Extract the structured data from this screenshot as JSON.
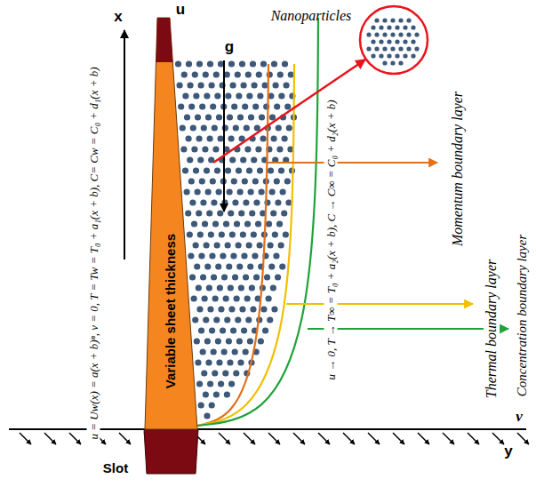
{
  "diagram": {
    "nodes": [
      {
        "text": [
          "Variable sheet thickness"
        ]
      },
      {
        "text": [
          "Nanoparticles"
        ]
      }
    ],
    "labels": [
      "x",
      "u",
      "g",
      "Slot",
      "v",
      "y",
      "u = Uw(x) = a(x + b)ⁿ, v = 0, T = Tw = T₀ + a₁(x + b), C= Cw = C₀ + d₁(x + b)",
      "u → 0, T → T∞ = T₀ + a₂(x + b), C → C∞ = C₀ + d₂(x + b)",
      "Momentum boundary layer",
      "Thermal boundary layer",
      "Concentration boundary layer"
    ]
  }
}
